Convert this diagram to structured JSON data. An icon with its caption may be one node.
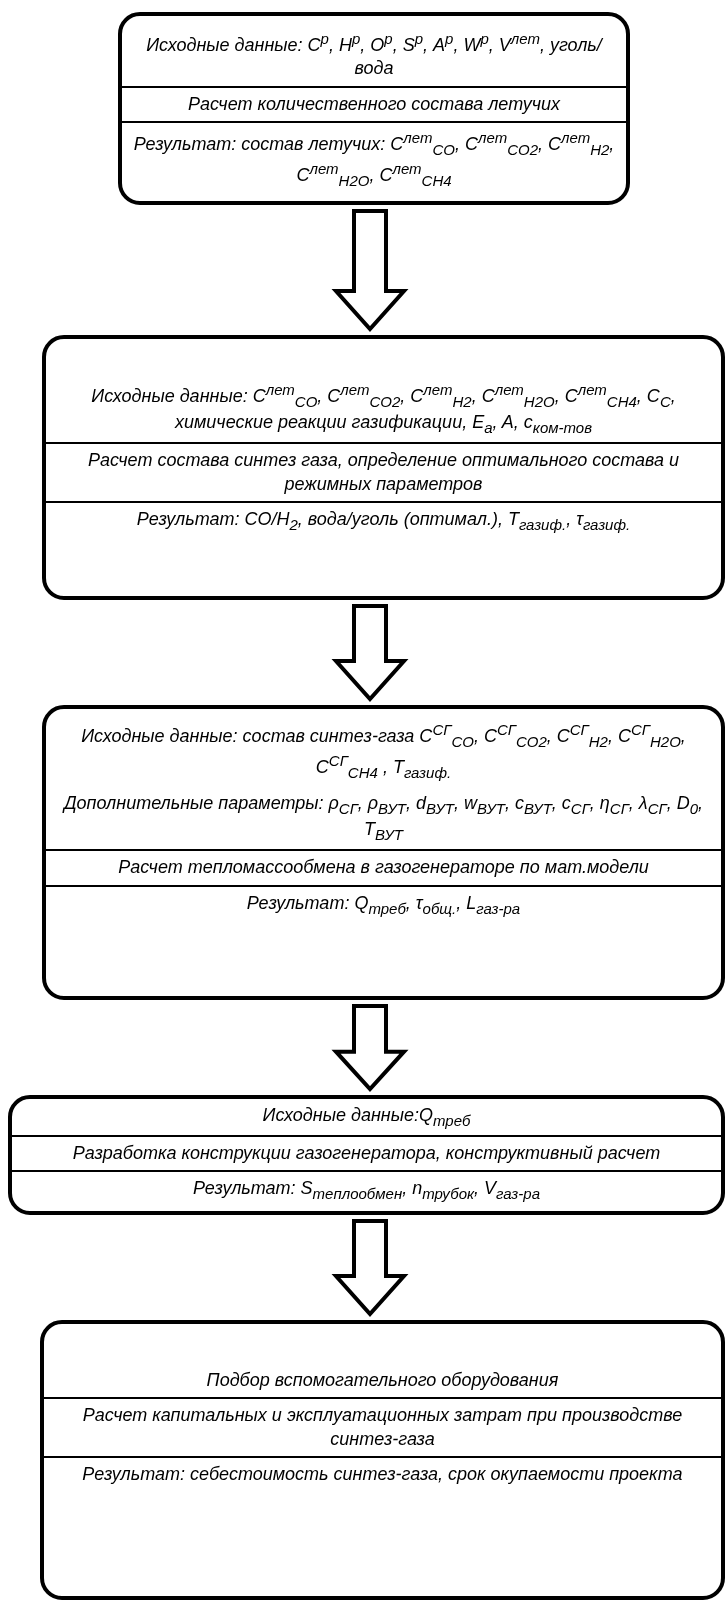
{
  "diagram": {
    "nodes": [
      {
        "text": [
          "Исходные данные: C$^{р}$, H$^{р}$, O$^{р}$, S$^{р}$, A$^{р}$, W$^{р}$, V$^{лет}$, уголь/вода",
          "Расчет количественного состава летучих",
          "Результат: состав летучих: C$^{лет}$$_{CO}$, C$^{лет}$$_{CO2}$, C$^{лет}$$_{H2}$, C$^{лет}$$_{H2O}$, C$^{лет}$$_{CH4}$"
        ]
      },
      {
        "text": [
          "Исходные данные: C$^{лет}$$_{CO}$, C$^{лет}$$_{CO2}$, C$^{лет}$$_{H2}$, C$^{лет}$$_{H2O}$, C$^{лет}$$_{CH4}$, C$_{C}$, химические реакции газификации, E$_{a}$, A, c$_{ком-тов}$",
          "Расчет состава синтез газа, определение оптимального состава и режимных параметров",
          "Результат: CO/H$_{2}$, вода/уголь (оптимал.), T$_{газиф.}$, τ$_{газиф.}$"
        ]
      },
      {
        "text": [
          "Исходные данные: состав синтез-газа C$^{СГ}$$_{CO}$, C$^{СГ}$$_{CO2}$, C$^{СГ}$$_{H2}$, C$^{СГ}$$_{H2O}$, C$^{СГ}$$_{CH4}$ , T$_{газиф.}$",
          "Дополнительные параметры: ρ$_{СГ}$, ρ$_{ВУТ}$, d$_{ВУТ}$, w$_{ВУТ}$, c$_{ВУТ}$, c$_{СГ}$, η$_{СГ}$, λ$_{СГ}$, D$_{0}$, T$_{ВУТ}$",
          "Расчет тепломассообмена в газогенераторе по мат.модели",
          "Результат: Q$_{треб}$, τ$_{общ.}$, L$_{газ-ра}$"
        ]
      },
      {
        "text": [
          "Исходные данные:Q$_{треб}$",
          "Разработка конструкции газогенератора, конструктивный расчет",
          "Результат: S$_{теплообмен}$, n$_{трубок}$, V$_{газ-ра}$"
        ]
      },
      {
        "text": [
          "Подбор вспомогательного оборудования",
          "Расчет капитальных и эксплуатационных затрат при производстве синтез-газа",
          "Результат: себестоимость синтез-газа, срок окупаемости проекта"
        ]
      }
    ],
    "edges": [
      {
        "from": 0,
        "to": 1,
        "arrow": "to"
      },
      {
        "from": 1,
        "to": 2,
        "arrow": "to"
      },
      {
        "from": 2,
        "to": 3,
        "arrow": "to"
      },
      {
        "from": 3,
        "to": 4,
        "arrow": "to"
      }
    ]
  }
}
